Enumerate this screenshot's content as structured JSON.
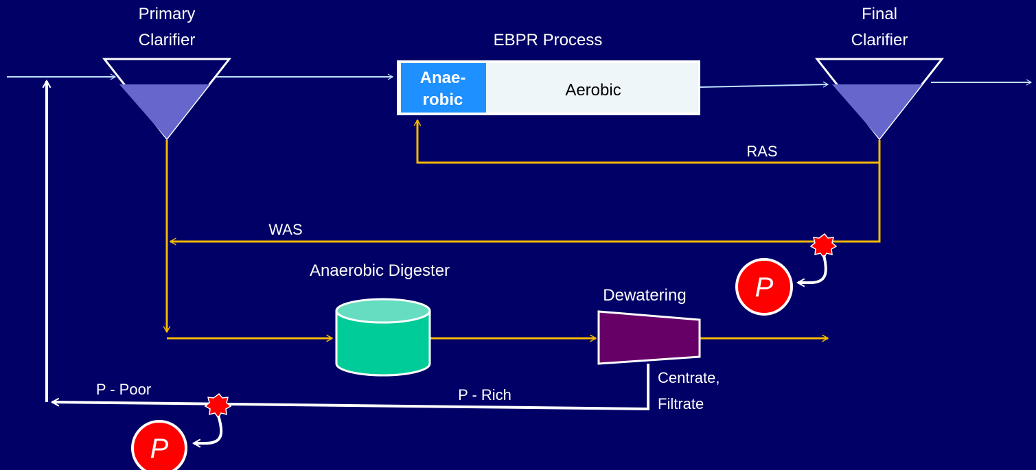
{
  "title": "EBPR Process",
  "primary_clarifier": {
    "line1": "Primary",
    "line2": "Clarifier"
  },
  "final_clarifier": {
    "line1": "Final",
    "line2": "Clarifier"
  },
  "reactor": {
    "anaerobic_line1": "Anae-",
    "anaerobic_line2": "robic",
    "aerobic": "Aerobic"
  },
  "flows": {
    "ras": "RAS",
    "was": "WAS",
    "p_poor": "P - Poor",
    "p_rich": "P - Rich"
  },
  "digester": {
    "label": "Anaerobic Digester"
  },
  "dewatering": {
    "label": "Dewatering",
    "side_line1": "Centrate,",
    "side_line2": "Filtrate"
  },
  "phosphorus_marker": "P",
  "colors": {
    "background": "#000066",
    "influent_line": "#bfe3ff",
    "sludge_line": "#f5b800",
    "recycle_line": "#ffffff",
    "clarifier_fill": "#6666cc",
    "anaerobic_zone": "#1e90ff",
    "aerobic_zone": "#eef6fa",
    "digester": "#00cc99",
    "digester_top": "#66ddc0",
    "dewatering": "#660066",
    "marker": "#ff0000"
  }
}
